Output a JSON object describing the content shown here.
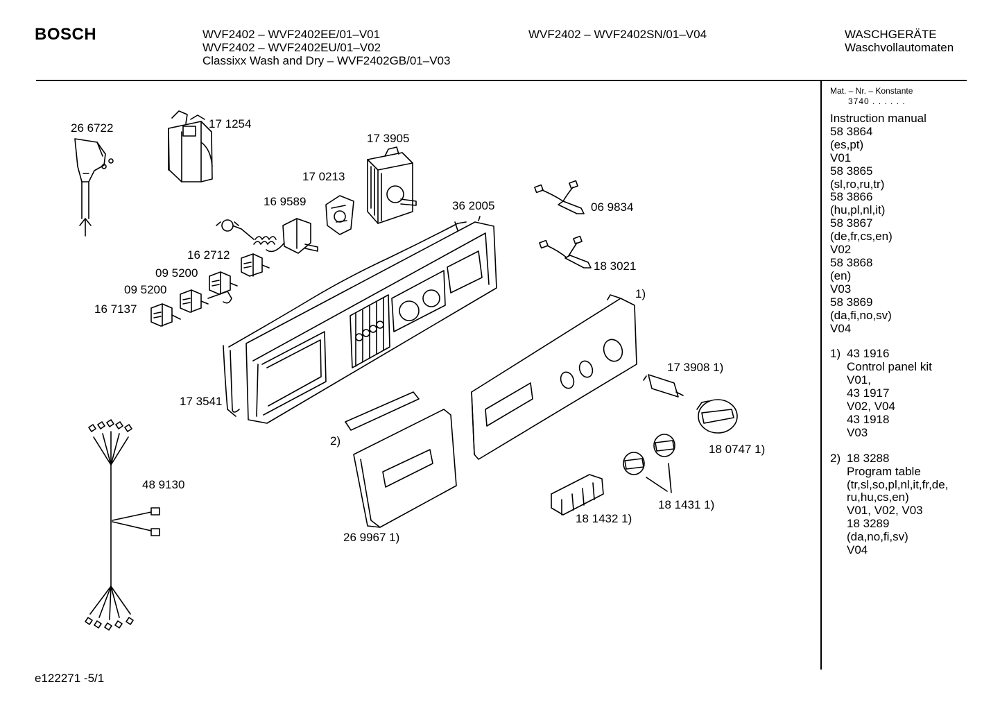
{
  "header": {
    "brand": "BOSCH",
    "models_left": [
      "WVF2402 – WVF2402EE/01–V01",
      "WVF2402 – WVF2402EU/01–V02",
      "Classixx Wash and Dry – WVF2402GB/01–V03"
    ],
    "models_mid": [
      "WVF2402 – WVF2402SN/01–V04"
    ],
    "category": [
      "WASCHGERÄTE",
      "Waschvollautomaten"
    ]
  },
  "parts": [
    {
      "id": "p266722",
      "label": "26 6722"
    },
    {
      "id": "p171254",
      "label": "17 1254"
    },
    {
      "id": "p173905",
      "label": "17 3905"
    },
    {
      "id": "p170213",
      "label": "17 0213"
    },
    {
      "id": "p169589",
      "label": "16 9589"
    },
    {
      "id": "p362005",
      "label": "36 2005"
    },
    {
      "id": "p069834",
      "label": "06 9834"
    },
    {
      "id": "p162712",
      "label": "16 2712"
    },
    {
      "id": "p183021",
      "label": "18 3021"
    },
    {
      "id": "p095200a",
      "label": "09 5200"
    },
    {
      "id": "p095200b",
      "label": "09 5200"
    },
    {
      "id": "p167137",
      "label": "16 7137"
    },
    {
      "id": "note1",
      "label": "1)"
    },
    {
      "id": "p173908",
      "label": "17 3908 1)"
    },
    {
      "id": "p173541",
      "label": "17 3541"
    },
    {
      "id": "note2",
      "label": "2)"
    },
    {
      "id": "p180747",
      "label": "18 0747 1)"
    },
    {
      "id": "p489130",
      "label": "48 9130"
    },
    {
      "id": "p181431",
      "label": "18 1431 1)"
    },
    {
      "id": "p181432",
      "label": "18 1432 1)"
    },
    {
      "id": "p269967",
      "label": "26 9967 1)"
    }
  ],
  "sidebar": {
    "mat_header": "Mat. – Nr. – Konstante",
    "mat_constant": "3740 .  .    .  .  .  .",
    "lines": [
      "Instruction manual",
      "58 3864",
      "(es,pt)",
      "V01",
      "58 3865",
      "(sl,ro,ru,tr)",
      "58 3866",
      "(hu,pl,nl,it)",
      "58 3867",
      "(de,fr,cs,en)",
      "V02",
      "58 3868",
      "(en)",
      "V03",
      "58 3869",
      "(da,fi,no,sv)",
      "V04"
    ],
    "notes": [
      {
        "mark": "1)",
        "lines": [
          "43 1916",
          "Control panel kit",
          "V01,",
          "43 1917",
          "V02, V04",
          "43 1918",
          "V03"
        ]
      },
      {
        "mark": "2)",
        "lines": [
          "18 3288",
          "Program table",
          "(tr,sl,so,pl,nl,it,fr,de,",
          "ru,hu,cs,en)",
          "V01, V02, V03",
          "18 3289",
          "(da,no,fi,sv)",
          "V04"
        ]
      }
    ]
  },
  "footer": {
    "code": "e122271  -5/1"
  }
}
